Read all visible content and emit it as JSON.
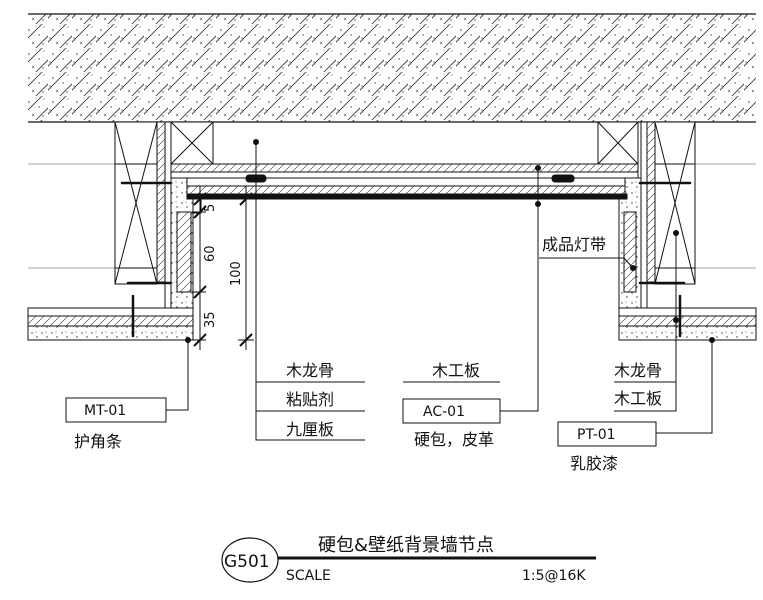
{
  "labels": {
    "left_profile_code": "MT-01",
    "left_profile_name": "护角条",
    "layer_1": "木龙骨",
    "layer_2": "粘贴剂",
    "layer_3": "九厘板",
    "panel_top": "木工板",
    "panel_code": "AC-01",
    "panel_name": "硬包，皮革",
    "light_strip": "成品灯带",
    "right_layer_1": "木龙骨",
    "right_layer_2": "木工板",
    "paint_code": "PT-01",
    "paint_name": "乳胶漆"
  },
  "dimensions": {
    "d1": "5",
    "d2": "60",
    "d3": "35",
    "total": "100"
  },
  "title_block": {
    "drawing_no": "G501",
    "title": "硬包&壁纸背景墙节点",
    "scale_label": "SCALE",
    "scale_value": "1:5@16K"
  }
}
